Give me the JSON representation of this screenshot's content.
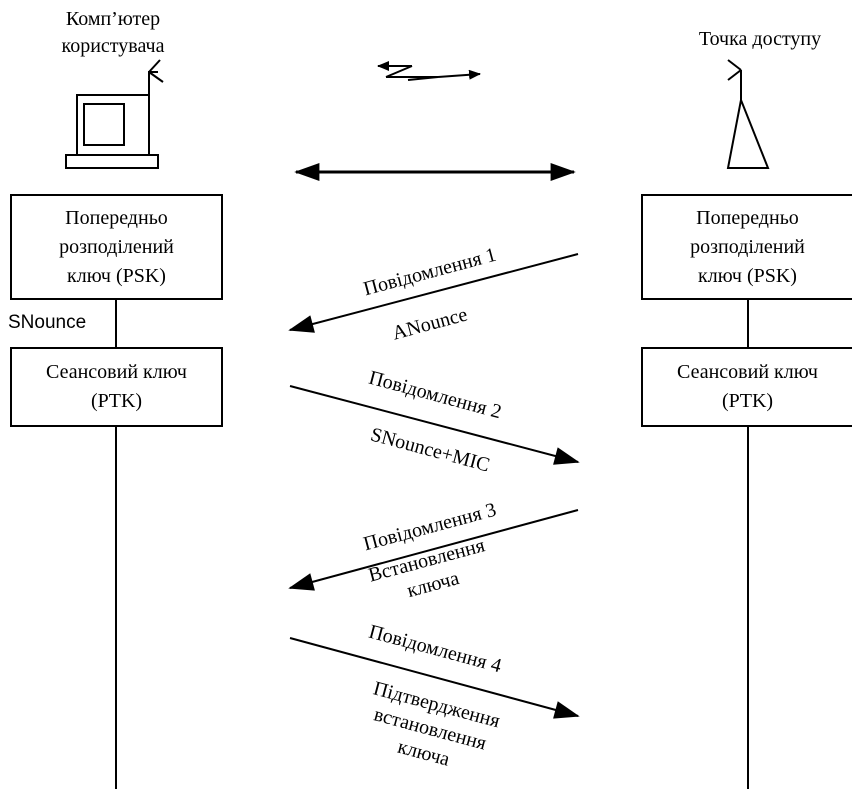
{
  "client": {
    "title_lines": [
      "Комп’ютер",
      "користувача"
    ],
    "psk_lines": [
      "Попередньо",
      "розподілений",
      "ключ (PSK)"
    ],
    "ptk_lines": [
      "Сеансовий ключ",
      "(PTK)"
    ],
    "snounce_label": "SNounce"
  },
  "access_point": {
    "title": "Точка доступу",
    "psk_lines": [
      "Попередньо",
      "розподілений",
      "ключ (PSK)"
    ],
    "ptk_lines": [
      "Сеансовий ключ",
      "(PTK)"
    ]
  },
  "messages": [
    {
      "title": "Повідомлення 1",
      "content_lines": [
        "ANounce"
      ],
      "direction": "to-client"
    },
    {
      "title": "Повідомлення 2",
      "content_lines": [
        "SNounce+MIC"
      ],
      "direction": "to-access-point"
    },
    {
      "title": "Повідомлення 3",
      "content_lines": [
        "Встановлення",
        "ключа"
      ],
      "direction": "to-client"
    },
    {
      "title": "Повідомлення 4",
      "content_lines": [
        "Підтвердження",
        "встановлення",
        "ключа"
      ],
      "direction": "to-access-point"
    }
  ],
  "icons": [
    "laptop-icon",
    "antenna-icon",
    "wireless-link-icon",
    "connection-arrow-icon"
  ]
}
